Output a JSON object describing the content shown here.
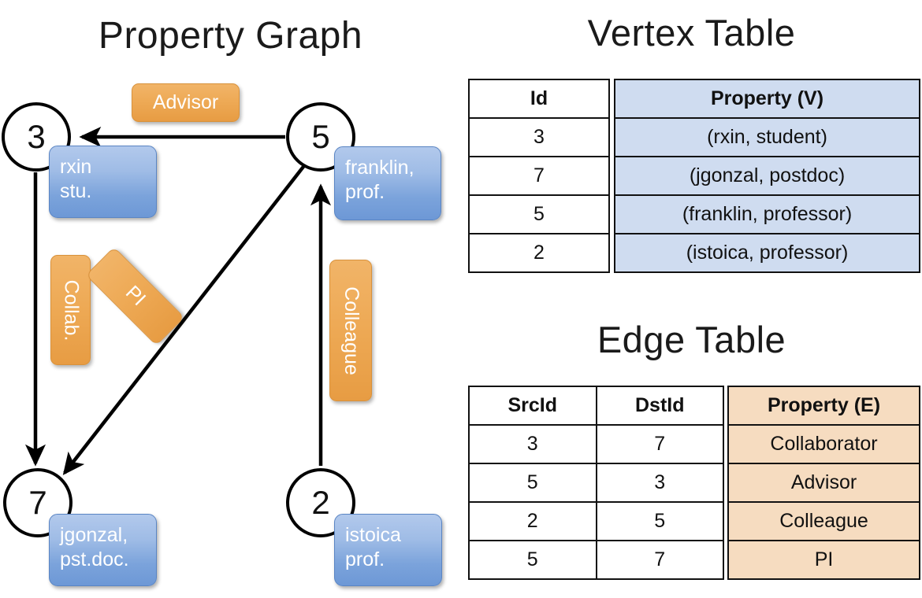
{
  "titles": {
    "property_graph": "Property Graph",
    "vertex_table": "Vertex Table",
    "edge_table": "Edge Table"
  },
  "graph": {
    "vertices": [
      {
        "id": "3",
        "property": "rxin\nstu.",
        "line1": "rxin",
        "line2": "stu."
      },
      {
        "id": "5",
        "property": "franklin,\nprof.",
        "line1": "franklin,",
        "line2": "prof."
      },
      {
        "id": "7",
        "property": "jgonzal,\npst.doc.",
        "line1": "jgonzal,",
        "line2": "pst.doc."
      },
      {
        "id": "2",
        "property": "istoica\nprof.",
        "line1": "istoica",
        "line2": "prof."
      }
    ],
    "edge_labels": {
      "advisor": "Advisor",
      "collab": "Collab.",
      "pi": "PI",
      "colleague": "Colleague"
    },
    "edges": [
      {
        "src": "3",
        "dst": "7",
        "label": "Collab."
      },
      {
        "src": "5",
        "dst": "3",
        "label": "Advisor"
      },
      {
        "src": "2",
        "dst": "5",
        "label": "Colleague"
      },
      {
        "src": "5",
        "dst": "7",
        "label": "PI"
      }
    ]
  },
  "vertex_table": {
    "id_header": "Id",
    "property_header": "Property (V)",
    "rows": [
      {
        "id": "3",
        "property": "(rxin, student)"
      },
      {
        "id": "7",
        "property": "(jgonzal, postdoc)"
      },
      {
        "id": "5",
        "property": "(franklin, professor)"
      },
      {
        "id": "2",
        "property": "(istoica, professor)"
      }
    ]
  },
  "edge_table": {
    "src_header": "SrcId",
    "dst_header": "DstId",
    "property_header": "Property (E)",
    "rows": [
      {
        "src": "3",
        "dst": "7",
        "property": "Collaborator"
      },
      {
        "src": "5",
        "dst": "3",
        "property": "Advisor"
      },
      {
        "src": "2",
        "dst": "5",
        "property": "Colleague"
      },
      {
        "src": "5",
        "dst": "7",
        "property": "PI"
      }
    ]
  },
  "colors": {
    "vertex_property_fill": "#9fbce6",
    "edge_property_fill": "#eeaa56",
    "vertex_table_fill": "#cfdcf0",
    "edge_table_fill": "#f6dcc0",
    "stroke": "#000000"
  }
}
